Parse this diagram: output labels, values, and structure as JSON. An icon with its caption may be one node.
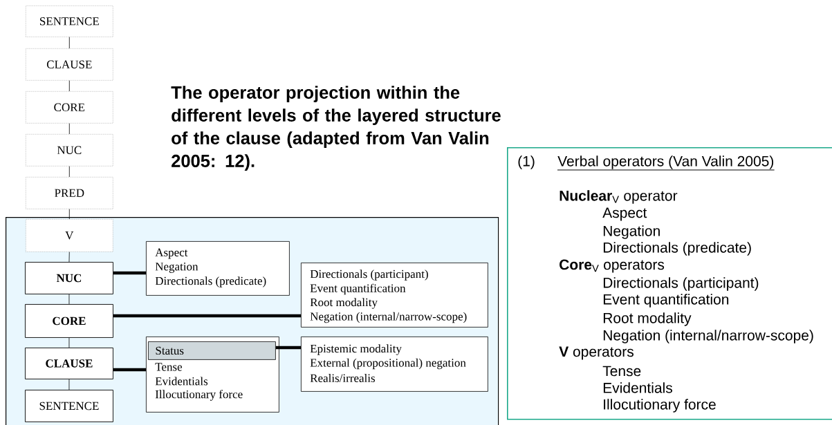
{
  "diagram": {
    "title": "The operator projection within the different levels of the layered structure of the clause (adapted from Van Valin 2005: 12).",
    "nodes": [
      {
        "text": [
          "SENTENCE"
        ]
      },
      {
        "text": [
          "CLAUSE"
        ]
      },
      {
        "text": [
          "CORE"
        ]
      },
      {
        "text": [
          "NUC"
        ]
      },
      {
        "text": [
          "PRED"
        ]
      },
      {
        "text": [],
        "shape": "box"
      },
      {
        "text": [
          "V"
        ],
        "in": 5
      },
      {
        "text": [
          "NUC"
        ],
        "in": 5
      },
      {
        "text": [
          "CORE"
        ],
        "in": 5
      },
      {
        "text": [
          "CLAUSE"
        ],
        "in": 5
      },
      {
        "text": [
          "SENTENCE"
        ],
        "in": 5
      },
      {
        "text": [
          "Aspect",
          "Negation",
          "Directionals (predicate)"
        ],
        "in": 5
      },
      {
        "text": [
          "Directionals (participant)",
          "Event quantification",
          "Root modality",
          "Negation (internal/narrow-scope)"
        ],
        "in": 5
      },
      {
        "text": [
          "Tense",
          "Evidentials",
          "Illocutionary force"
        ],
        "in": 5
      },
      {
        "text": [
          "Status"
        ],
        "in": 13
      },
      {
        "text": [
          "Epistemic modality",
          "External (propositional) negation",
          "Realis/irrealis"
        ],
        "in": 5
      },
      {
        "text": [
          "(1)",
          "Verbal operators (Van Valin 2005)",
          "**Nuclear**$_{V}$ operator",
          "Aspect",
          "Negation",
          "Directionals (predicate)",
          "**Core**$_{V}$ operators",
          "Directionals (participant)",
          "Event quantification",
          "Root modality",
          "Negation (internal/narrow-scope)",
          "**V** operators",
          "Tense",
          "Evidentials",
          "Illocutionary force"
        ]
      }
    ],
    "edges": [
      {
        "from": 0,
        "to": 1,
        "arrow": "none"
      },
      {
        "from": 1,
        "to": 2,
        "arrow": "none"
      },
      {
        "from": 2,
        "to": 3,
        "arrow": "none"
      },
      {
        "from": 3,
        "to": 4,
        "arrow": "none"
      },
      {
        "from": 4,
        "to": 6,
        "arrow": "none"
      },
      {
        "from": 6,
        "to": 7,
        "arrow": "none"
      },
      {
        "from": 7,
        "to": 8,
        "arrow": "none"
      },
      {
        "from": 8,
        "to": 9,
        "arrow": "none"
      },
      {
        "from": 9,
        "to": 10,
        "arrow": "none"
      },
      {
        "from": 7,
        "to": 11,
        "arrow": "none",
        "style": "thick"
      },
      {
        "from": 8,
        "to": 12,
        "arrow": "none",
        "style": "thick"
      },
      {
        "from": 9,
        "to": 13,
        "arrow": "none",
        "style": "thick"
      },
      {
        "from": 14,
        "to": 15,
        "arrow": "none",
        "style": "thick"
      }
    ]
  }
}
